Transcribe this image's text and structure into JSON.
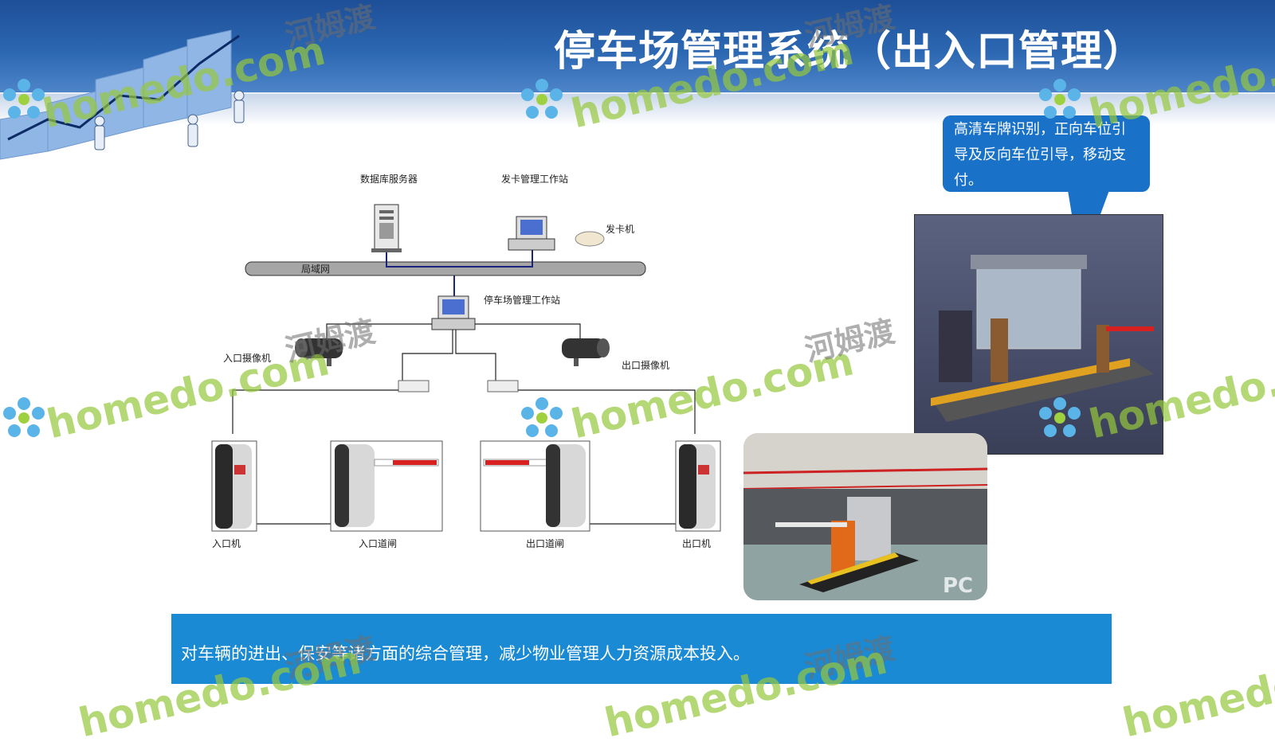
{
  "slide": {
    "title": "停车场管理系统（出入口管理）"
  },
  "diagram": {
    "labels": {
      "db_server": "数据库服务器",
      "card_station": "发卡管理工作站",
      "card_machine": "发卡机",
      "lan": "局域网",
      "parking_station": "停车场管理工作站",
      "entry_camera": "入口摄像机",
      "exit_camera": "出口摄像机",
      "entry_machine": "入口机",
      "entry_gate": "入口道闸",
      "exit_gate": "出口道闸",
      "exit_machine": "出口机"
    }
  },
  "callout": {
    "text": "高清车牌识别，正向车位引导及反向车位引导，移动支付。"
  },
  "photos": {
    "garage_corner_text": "PC"
  },
  "bottom": {
    "text": "对车辆的进出、保安等诸方面的综合管理，减少物业管理人力资源成本投入。"
  },
  "watermark": {
    "en": "homedo.com",
    "cn": "河姆渡"
  },
  "colors": {
    "header": "#2c67b2",
    "callout": "#1a72c8",
    "bottom_bar": "#1a8ad4",
    "gate_arm": "#d92020"
  }
}
